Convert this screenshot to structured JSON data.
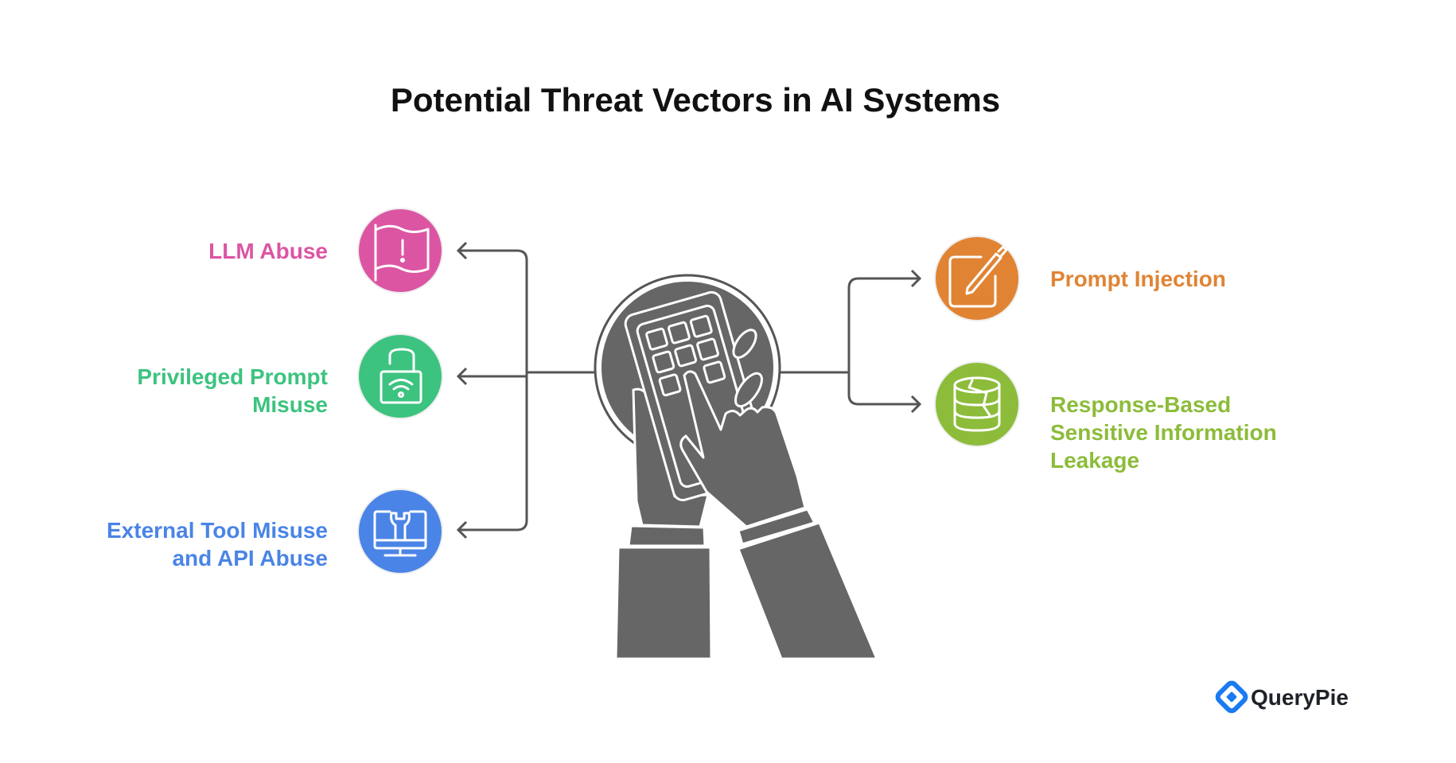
{
  "title": "Potential Threat Vectors in AI Systems",
  "left_items": [
    {
      "lines": [
        "LLM Abuse"
      ],
      "icon": "flag-alert-icon",
      "color": "#DC55A3"
    },
    {
      "lines": [
        "Privileged Prompt",
        "Misuse"
      ],
      "icon": "unlocked-wifi-lock-icon",
      "color": "#3CC37F"
    },
    {
      "lines": [
        "External Tool Misuse",
        "and API Abuse"
      ],
      "icon": "monitor-wrench-icon",
      "color": "#4A84E6"
    }
  ],
  "right_items": [
    {
      "lines": [
        "Prompt Injection"
      ],
      "icon": "pen-on-pad-icon",
      "color": "#E08434"
    },
    {
      "lines": [
        "Response-Based",
        "Sensitive Information",
        "Leakage"
      ],
      "icon": "cracked-database-icon",
      "color": "#8CBC3A"
    }
  ],
  "center_icon": "hands-typing-keypad-icon",
  "logo": {
    "text": "QueryPie",
    "color": "#1A7AF0"
  }
}
